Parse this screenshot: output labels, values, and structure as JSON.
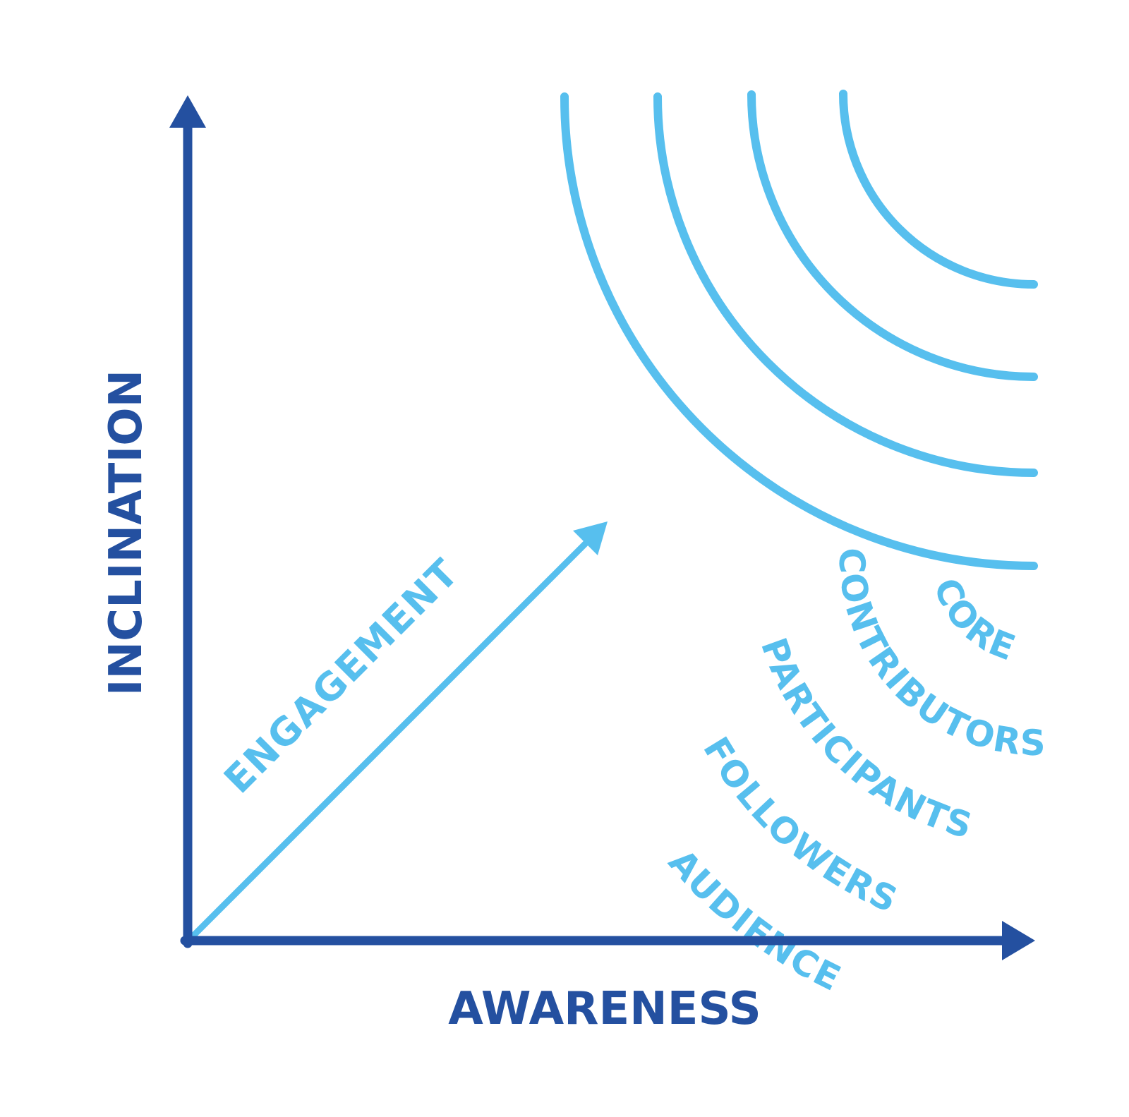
{
  "colors": {
    "axis": "#2450a0",
    "accent": "#57bfee",
    "background": "#ffffff"
  },
  "axes": {
    "x_label": "AWARENESS",
    "y_label": "INCLINATION"
  },
  "engagement": {
    "label": "ENGAGEMENT"
  },
  "rings": [
    {
      "label": "AUDIENCE"
    },
    {
      "label": "FOLLOWERS"
    },
    {
      "label": "PARTICIPANTS"
    },
    {
      "label": "CONTRIBUTORS"
    },
    {
      "label": "CORE"
    }
  ]
}
